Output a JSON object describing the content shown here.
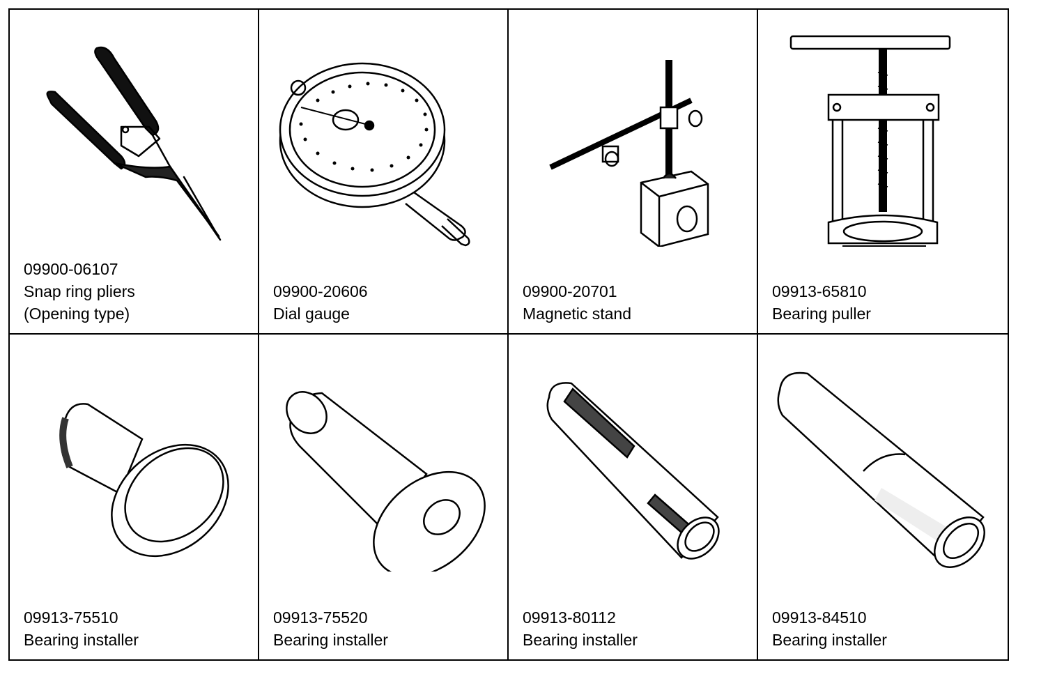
{
  "tools": [
    {
      "part_no": "09900-06107",
      "name": "Snap ring pliers",
      "note": "(Opening type)",
      "icon": "snap-ring-pliers-icon"
    },
    {
      "part_no": "09900-20606",
      "name": "Dial gauge",
      "note": "",
      "icon": "dial-gauge-icon"
    },
    {
      "part_no": "09900-20701",
      "name": "Magnetic stand",
      "note": "",
      "icon": "magnetic-stand-icon"
    },
    {
      "part_no": "09913-65810",
      "name": "Bearing puller",
      "note": "",
      "icon": "bearing-puller-icon"
    },
    {
      "part_no": "09913-75510",
      "name": "Bearing installer",
      "note": "",
      "icon": "bearing-installer-icon"
    },
    {
      "part_no": "09913-75520",
      "name": "Bearing installer",
      "note": "",
      "icon": "bearing-installer-icon"
    },
    {
      "part_no": "09913-80112",
      "name": "Bearing installer",
      "note": "",
      "icon": "bearing-installer-icon"
    },
    {
      "part_no": "09913-84510",
      "name": "Bearing installer",
      "note": "",
      "icon": "bearing-installer-icon"
    }
  ]
}
